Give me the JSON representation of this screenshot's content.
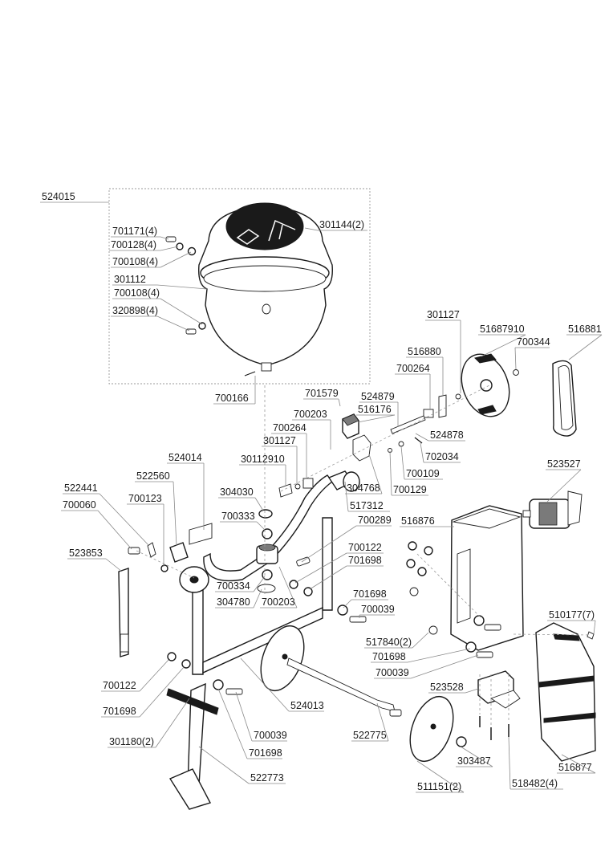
{
  "diagram": {
    "title": "Exploded parts diagram — concrete mixer",
    "group_box_label": "524015",
    "labels": [
      {
        "id": "524015",
        "text": "524015"
      },
      {
        "id": "301144",
        "text": "301144(2)"
      },
      {
        "id": "701171",
        "text": "701171(4)"
      },
      {
        "id": "700128",
        "text": "700128(4)"
      },
      {
        "id": "700108a",
        "text": "700108(4)"
      },
      {
        "id": "301112",
        "text": "301112"
      },
      {
        "id": "700108b",
        "text": "700108(4)"
      },
      {
        "id": "320898",
        "text": "320898(4)"
      },
      {
        "id": "700166",
        "text": "700166"
      },
      {
        "id": "301127a",
        "text": "301127"
      },
      {
        "id": "51687910",
        "text": "51687910"
      },
      {
        "id": "516881",
        "text": "516881"
      },
      {
        "id": "700344",
        "text": "700344"
      },
      {
        "id": "516880",
        "text": "516880"
      },
      {
        "id": "700264a",
        "text": "700264"
      },
      {
        "id": "524878",
        "text": "524878"
      },
      {
        "id": "702034",
        "text": "702034"
      },
      {
        "id": "701579",
        "text": "701579"
      },
      {
        "id": "524879",
        "text": "524879"
      },
      {
        "id": "516176",
        "text": "516176"
      },
      {
        "id": "700203a",
        "text": "700203"
      },
      {
        "id": "700264b",
        "text": "700264"
      },
      {
        "id": "301127b",
        "text": "301127"
      },
      {
        "id": "30112910",
        "text": "30112910"
      },
      {
        "id": "304030",
        "text": "304030"
      },
      {
        "id": "700333",
        "text": "700333"
      },
      {
        "id": "304768",
        "text": "304768"
      },
      {
        "id": "517312",
        "text": "517312"
      },
      {
        "id": "700109",
        "text": "700109"
      },
      {
        "id": "700129",
        "text": "700129"
      },
      {
        "id": "524014",
        "text": "524014"
      },
      {
        "id": "522560",
        "text": "522560"
      },
      {
        "id": "522441",
        "text": "522441"
      },
      {
        "id": "700060",
        "text": "700060"
      },
      {
        "id": "700123",
        "text": "700123"
      },
      {
        "id": "523853",
        "text": "523853"
      },
      {
        "id": "700334",
        "text": "700334"
      },
      {
        "id": "304780",
        "text": "304780"
      },
      {
        "id": "700203b",
        "text": "700203"
      },
      {
        "id": "700289",
        "text": "700289"
      },
      {
        "id": "516876",
        "text": "516876"
      },
      {
        "id": "523527",
        "text": "523527"
      },
      {
        "id": "700122a",
        "text": "700122"
      },
      {
        "id": "701698a",
        "text": "701698"
      },
      {
        "id": "701698b",
        "text": "701698"
      },
      {
        "id": "700039a",
        "text": "700039"
      },
      {
        "id": "517840",
        "text": "517840(2)"
      },
      {
        "id": "701698c",
        "text": "701698"
      },
      {
        "id": "700039b",
        "text": "700039"
      },
      {
        "id": "510177",
        "text": "510177(7)"
      },
      {
        "id": "700122b",
        "text": "700122"
      },
      {
        "id": "701698d",
        "text": "701698"
      },
      {
        "id": "524013",
        "text": "524013"
      },
      {
        "id": "523528",
        "text": "523528"
      },
      {
        "id": "301180",
        "text": "301180(2)"
      },
      {
        "id": "700039c",
        "text": "700039"
      },
      {
        "id": "522775",
        "text": "522775"
      },
      {
        "id": "701698e",
        "text": "701698"
      },
      {
        "id": "303487",
        "text": "303487"
      },
      {
        "id": "522773",
        "text": "522773"
      },
      {
        "id": "511151",
        "text": "511151(2)"
      },
      {
        "id": "518482",
        "text": "518482(4)"
      },
      {
        "id": "516877",
        "text": "516877"
      }
    ]
  }
}
